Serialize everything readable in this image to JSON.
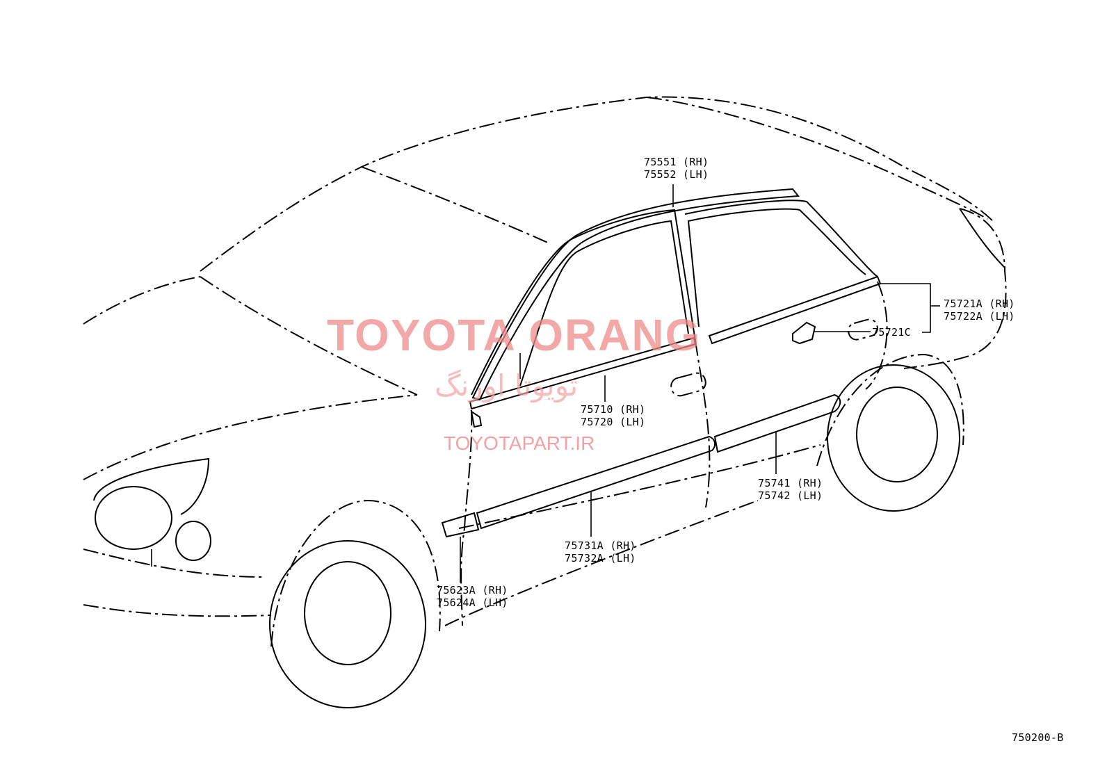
{
  "diagram_code": "750200-B",
  "watermark": {
    "title": "TOYOTA ORANG",
    "persian": "تویوتا اورنگ",
    "url": "TOYOTAPART.IR"
  },
  "parts": [
    {
      "rh": "75551 (RH)",
      "lh": "75552 (LH)"
    },
    {
      "rh": "75721A (RH)",
      "lh": "75722A (LH)"
    },
    {
      "single": "75721C"
    },
    {
      "rh": "75710 (RH)",
      "lh": "75720 (LH)"
    },
    {
      "rh": "75741 (RH)",
      "lh": "75742 (LH)"
    },
    {
      "rh": "75731A (RH)",
      "lh": "75732A (LH)"
    },
    {
      "rh": "75623A (RH)",
      "lh": "75624A (LH)"
    }
  ]
}
